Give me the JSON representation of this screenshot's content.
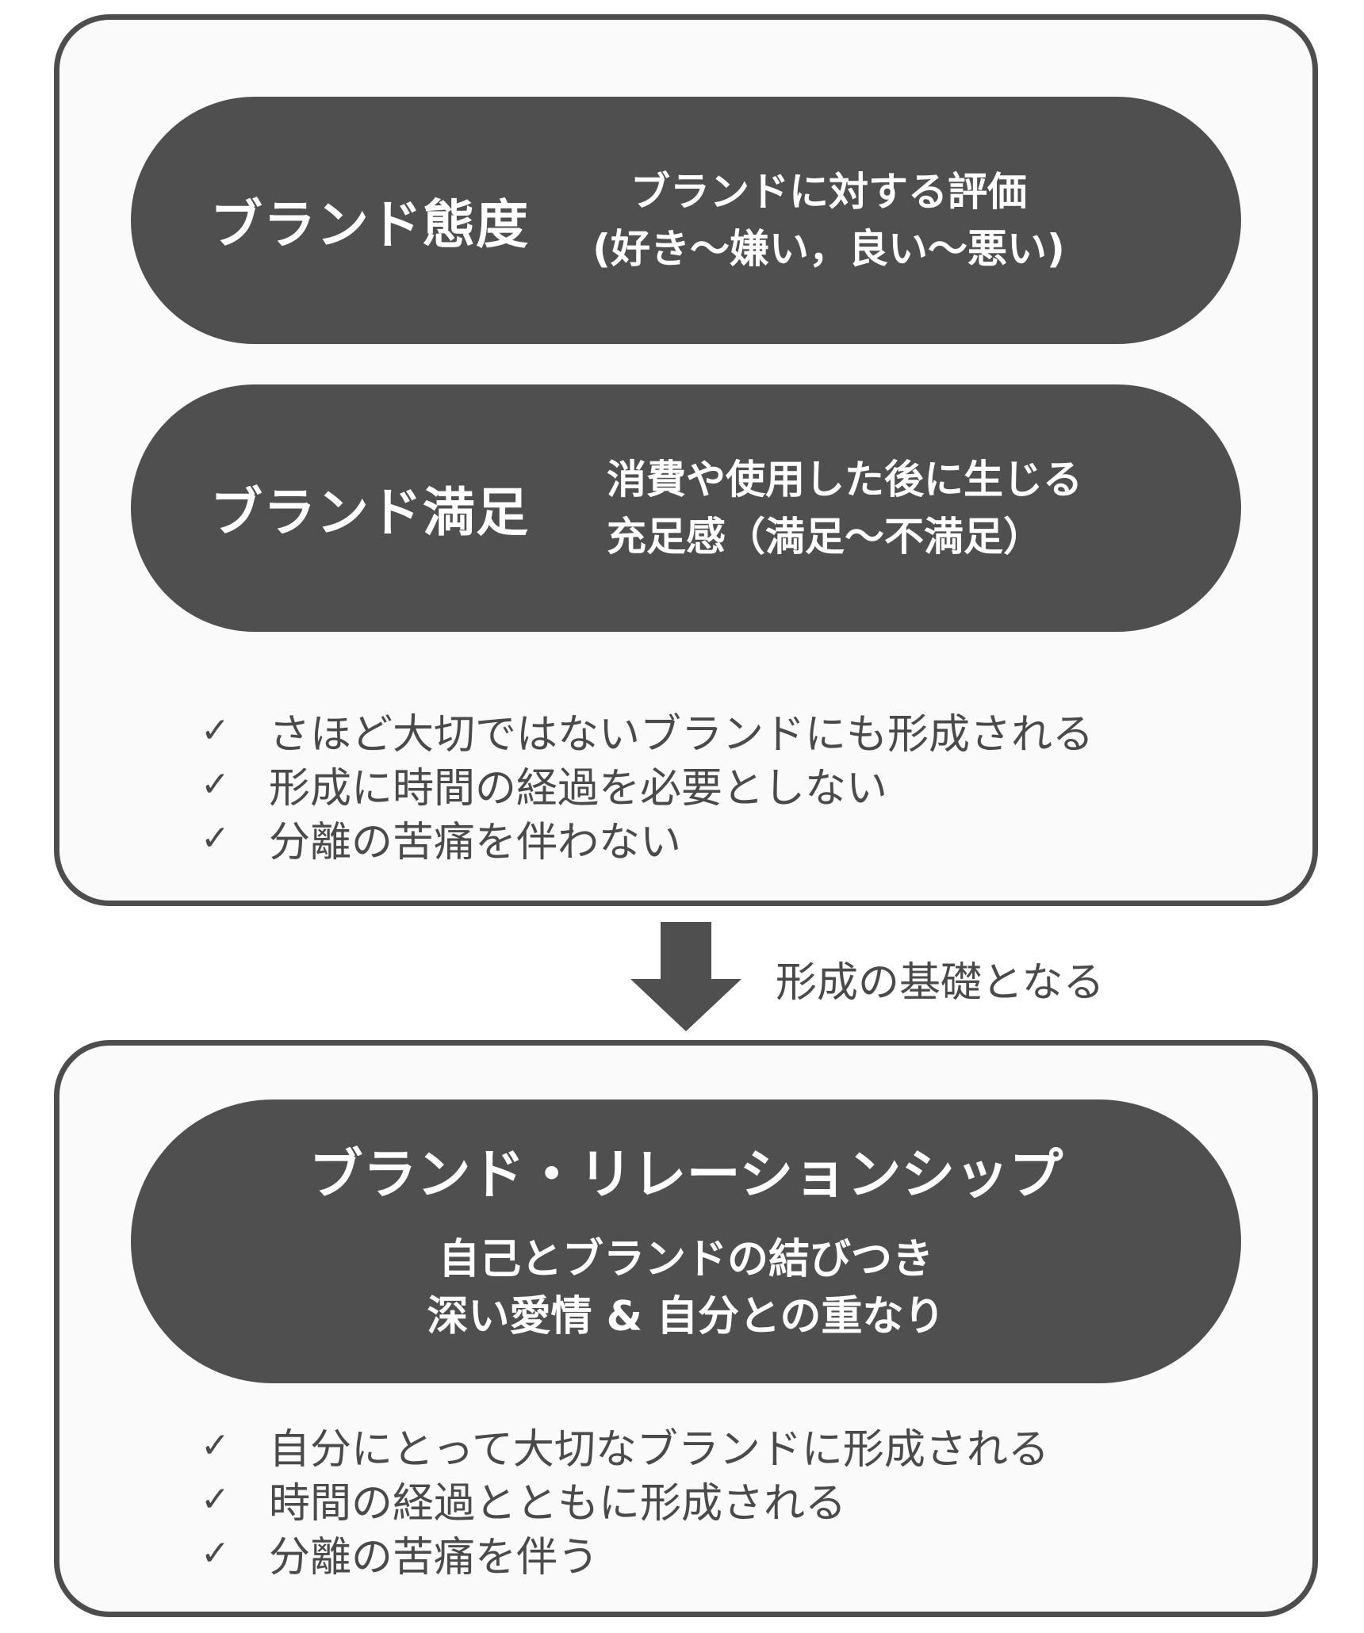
{
  "top_panel": {
    "pills": [
      {
        "title": "ブランド態度",
        "desc_lines": [
          "ブランドに対する評価",
          "(好き～嫌い，良い～悪い)"
        ]
      },
      {
        "title": "ブランド満足",
        "desc_lines": [
          "消費や使用した後に生じる",
          "充足感（満足～不満足）"
        ]
      }
    ],
    "check_mark": "✓",
    "bullets": [
      "さほど大切ではないブランドにも形成される",
      "形成に時間の経過を必要としない",
      "分離の苦痛を伴わない"
    ]
  },
  "connector": {
    "label": "形成の基礎となる",
    "icon": "down-arrow-icon"
  },
  "bottom_panel": {
    "title": "ブランド・リレーションシップ",
    "desc_lines": [
      "自己とブランドの結びつき",
      "深い愛情 & 自分との重なり"
    ],
    "check_mark": "✓",
    "bullets": [
      "自分にとって大切なブランドに形成される",
      "時間の経過とともに形成される",
      "分離の苦痛を伴う"
    ]
  },
  "colors": {
    "pill_fill": "#4f4f4f",
    "panel_border": "#4d4d4d",
    "text_dark": "#4a4a4a",
    "pill_text": "#ffffff"
  }
}
